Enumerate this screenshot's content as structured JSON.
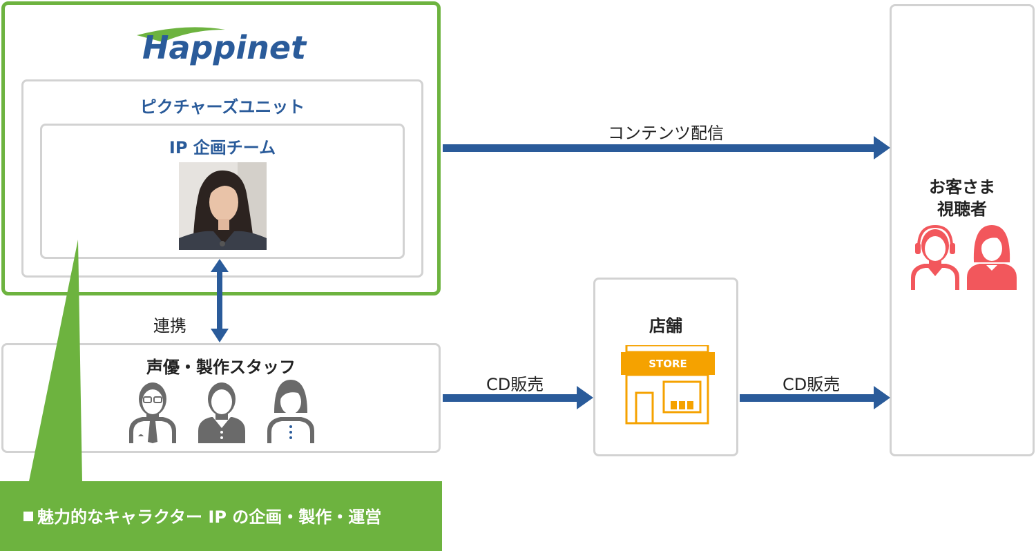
{
  "company": {
    "logo_text": "Happinet"
  },
  "unit": {
    "title": "ピクチャーズユニット"
  },
  "team": {
    "title": "IP 企画チーム"
  },
  "link_label": "連携",
  "staff": {
    "title": "声優・製作スタッフ"
  },
  "store": {
    "title": "店舗",
    "sign": "STORE"
  },
  "customers": {
    "line1": "お客さま",
    "line2": "視聴者"
  },
  "arrows": {
    "content": "コンテンツ配信",
    "cd_to_store": "CD販売",
    "cd_to_customer": "CD販売"
  },
  "banner": {
    "text": "魅力的なキャラクター IP の企画・製作・運営"
  },
  "colors": {
    "green": "#6db33f",
    "blue": "#2a5b9a",
    "orange": "#f5a200",
    "red": "#f2575c",
    "gray": "#6a6a6a",
    "border": "#d2d2d2"
  }
}
